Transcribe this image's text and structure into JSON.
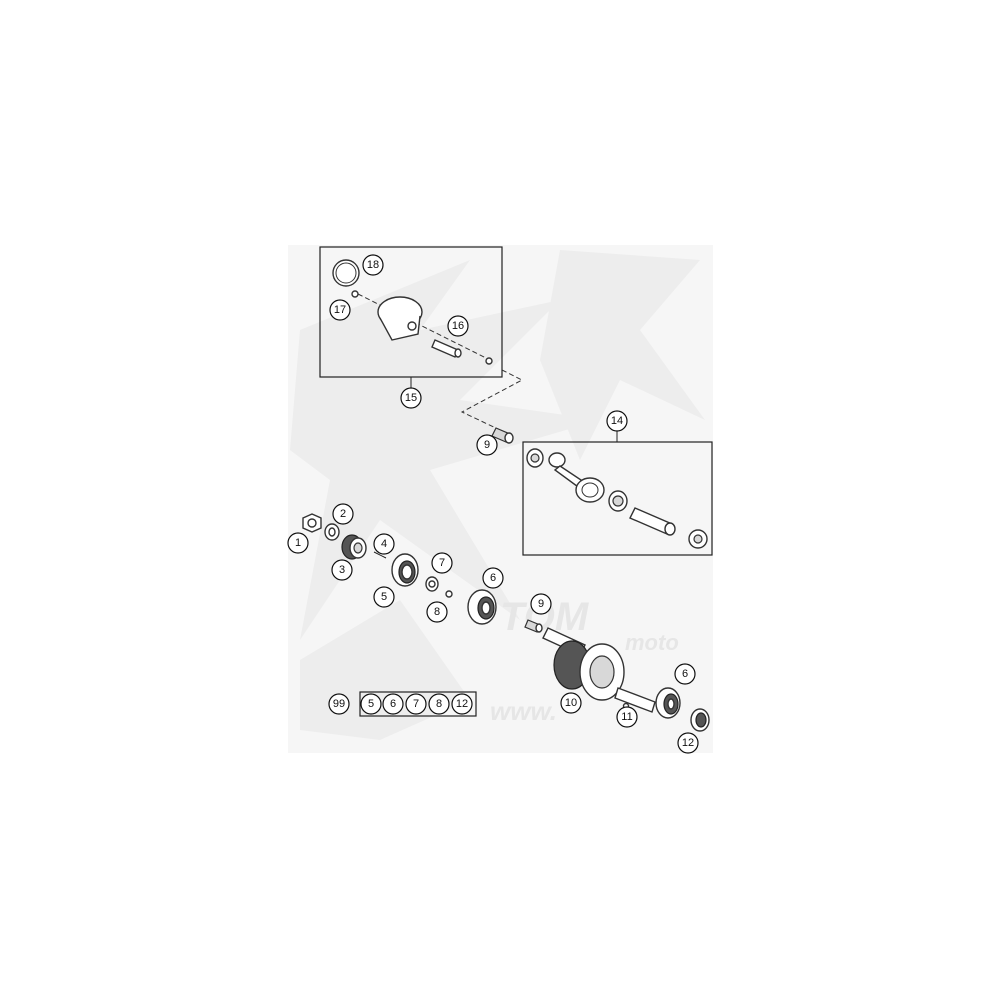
{
  "callouts": {
    "c1": "1",
    "c2": "2",
    "c3": "3",
    "c4": "4",
    "c5": "5",
    "c6a": "6",
    "c6b": "6",
    "c7": "7",
    "c8": "8",
    "c9a": "9",
    "c9b": "9",
    "c10": "10",
    "c11": "11",
    "c12": "12",
    "c14": "14",
    "c15": "15",
    "c16": "16",
    "c17": "17",
    "c18": "18"
  },
  "kit": {
    "label": "99",
    "items": [
      "5",
      "6",
      "7",
      "8",
      "12"
    ]
  },
  "colors": {
    "line": "#222222",
    "watermark": "#ededed",
    "background": "#ffffff"
  }
}
